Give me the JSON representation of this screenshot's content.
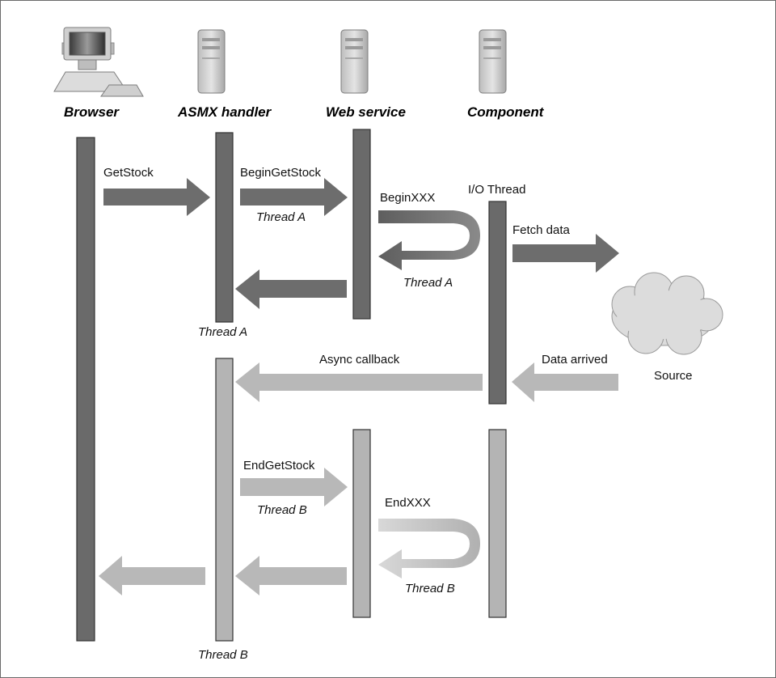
{
  "participants": {
    "browser": "Browser",
    "asmx": "ASMX handler",
    "webservice": "Web service",
    "component": "Component"
  },
  "messages": {
    "getstock": "GetStock",
    "begingetstock": "BeginGetStock",
    "beginxxx": "BeginXXX",
    "io_thread": "I/O Thread",
    "fetch_data": "Fetch data",
    "async_callback": "Async callback",
    "data_arrived": "Data arrived",
    "source": "Source",
    "endgetstock": "EndGetStock",
    "endxxx": "EndXXX"
  },
  "threads": {
    "a1": "Thread A",
    "a2": "Thread A",
    "a3": "Thread A",
    "b1": "Thread B",
    "b2": "Thread B",
    "b3": "Thread B"
  },
  "icons": {
    "browser": "desktop-computer-icon",
    "asmx": "server-tower-icon",
    "webservice": "server-tower-icon",
    "component": "server-tower-icon",
    "source": "cloud-icon"
  },
  "colors": {
    "dark_bar": "#6a6a6a",
    "light_bar": "#b4b4b4",
    "dark_arrow": "#6d6d6d",
    "light_arrow": "#b8b8b8",
    "cloud": "#dcdcdc"
  }
}
